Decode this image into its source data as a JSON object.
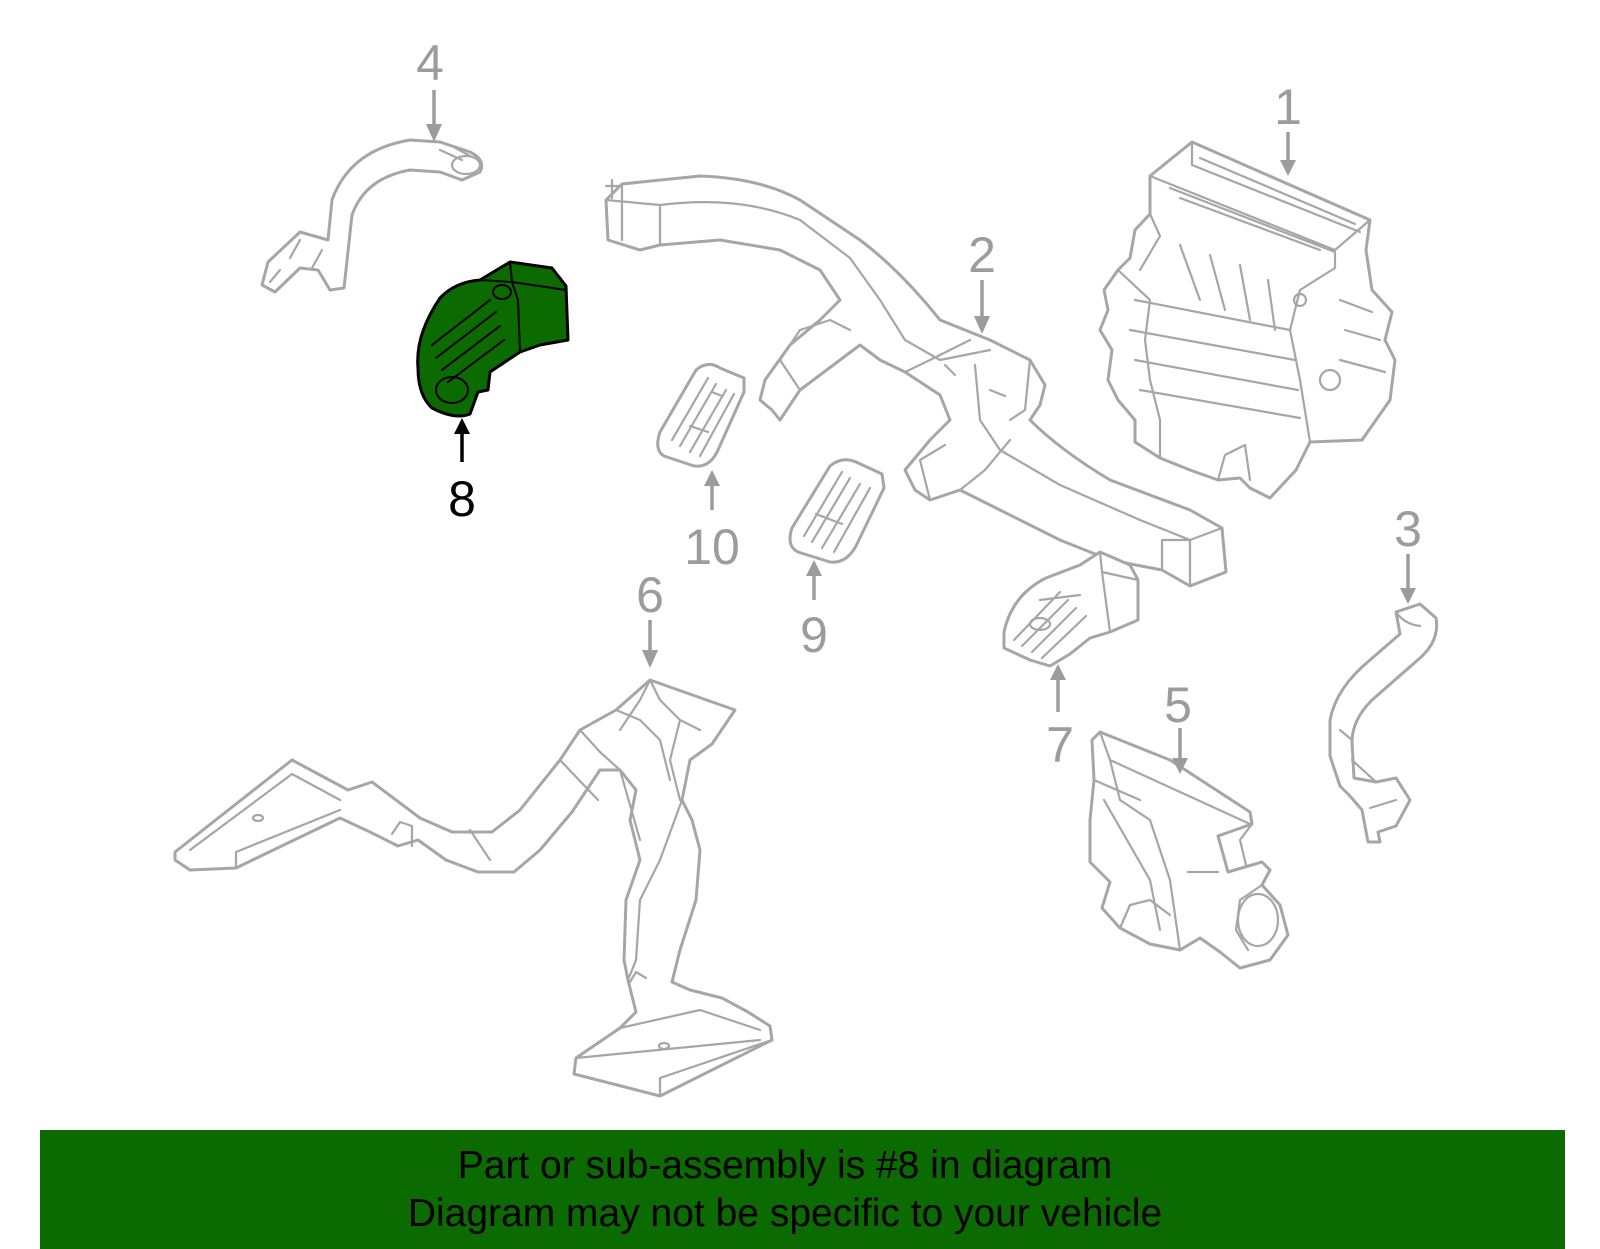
{
  "diagram": {
    "highlight_color": "#0b6a00",
    "line_color": "#a6a6a6",
    "selected_part": "8",
    "callouts": {
      "c1": "1",
      "c2": "2",
      "c3": "3",
      "c4": "4",
      "c5": "5",
      "c6": "6",
      "c7": "7",
      "c8": "8",
      "c9": "9",
      "c10": "10"
    }
  },
  "banner": {
    "background": "#0b6a00",
    "line1": "Part or sub-assembly is #8 in diagram",
    "line2": "Diagram may not be specific to your vehicle"
  }
}
